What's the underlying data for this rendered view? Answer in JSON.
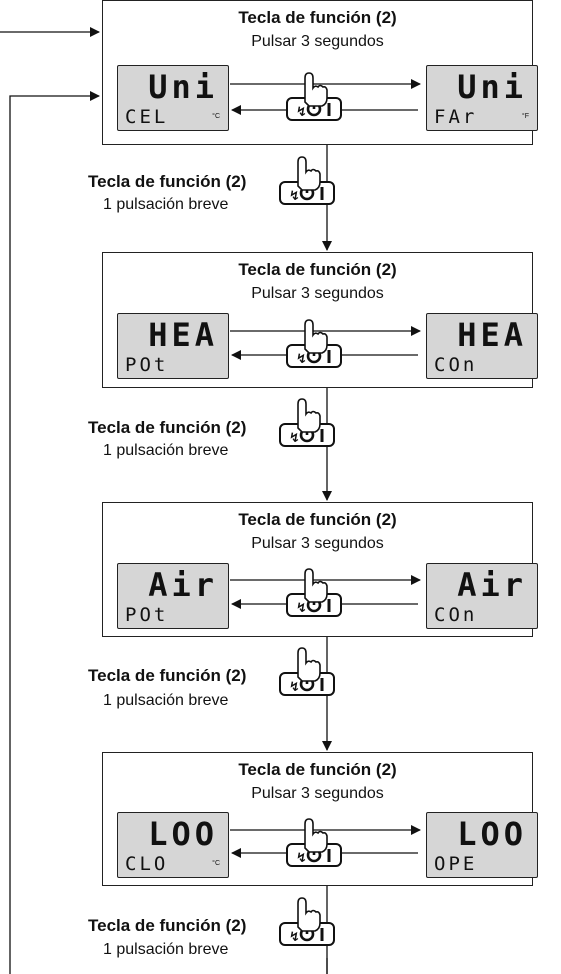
{
  "panels": [
    {
      "title": "Tecla de función (2)",
      "subtitle": "Pulsar 3 segundos",
      "left": {
        "top": "Uni",
        "bottom": "CEL",
        "unit": "°C"
      },
      "right": {
        "top": "Uni",
        "bottom": "FAr",
        "unit": "°F"
      }
    },
    {
      "title": "Tecla de función (2)",
      "subtitle": "Pulsar 3 segundos",
      "left": {
        "top": "HEA",
        "bottom": "POt",
        "unit": ""
      },
      "right": {
        "top": "HEA",
        "bottom": "COn",
        "unit": ""
      }
    },
    {
      "title": "Tecla de función (2)",
      "subtitle": "Pulsar 3 segundos",
      "left": {
        "top": "Air",
        "bottom": "POt",
        "unit": ""
      },
      "right": {
        "top": "Air",
        "bottom": "COn",
        "unit": ""
      }
    },
    {
      "title": "Tecla de función (2)",
      "subtitle": "Pulsar 3 segundos",
      "left": {
        "top": "LOO",
        "bottom": "CLO",
        "unit": "°C"
      },
      "right": {
        "top": "LOO",
        "bottom": "OPE",
        "unit": ""
      }
    }
  ],
  "steps": [
    {
      "title": "Tecla de función (2)",
      "desc": "1 pulsación breve"
    },
    {
      "title": "Tecla de función (2)",
      "desc": "1 pulsación breve"
    },
    {
      "title": "Tecla de función (2)",
      "desc": "1 pulsación breve"
    },
    {
      "title": "Tecla de función (2)",
      "desc": "1 pulsación breve"
    }
  ],
  "icons": {
    "button": "function-key-power-icon",
    "hand": "pointing-hand-icon"
  }
}
